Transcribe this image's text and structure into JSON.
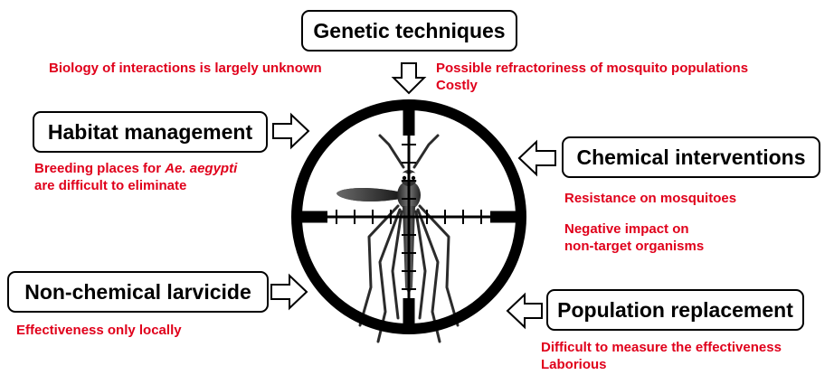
{
  "colors": {
    "note": "#e0001b",
    "box_border": "#000000",
    "crosshair": "#000000"
  },
  "center": {
    "icon": "mosquito-in-crosshair"
  },
  "boxes": {
    "genetic": {
      "label": "Genetic techniques"
    },
    "habitat": {
      "label": "Habitat management"
    },
    "chemical": {
      "label": "Chemical interventions"
    },
    "larvicide": {
      "label": "Non-chemical larvicide"
    },
    "population": {
      "label": "Population replacement"
    }
  },
  "notes": {
    "genetic_left": "Biology of interactions is largely unknown",
    "genetic_right_1": "Possible refractoriness of mosquito populations",
    "genetic_right_2": "Costly",
    "habitat_1_prefix": "Breeding places for ",
    "habitat_1_species": "Ae. aegypti",
    "habitat_2": "are difficult to eliminate",
    "chemical_1": "Resistance on mosquitoes",
    "chemical_2": "Negative impact on",
    "chemical_3": "non-target organisms",
    "larvicide_1": "Effectiveness only locally",
    "population_1": "Difficult to measure the effectiveness",
    "population_2": "Laborious"
  }
}
